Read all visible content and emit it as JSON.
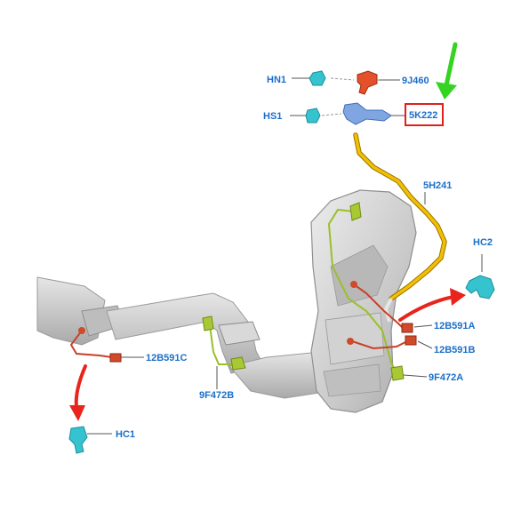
{
  "labels": {
    "hn1": "HN1",
    "hs1": "HS1",
    "p9j460": "9J460",
    "p5k222": "5K222",
    "p5h241": "5H241",
    "hc2": "HC2",
    "p12b591a": "12B591A",
    "p12b591b": "12B591B",
    "p9f472a": "9F472A",
    "p12b591c": "12B591C",
    "p9f472b": "9F472B",
    "hc1": "HC1"
  },
  "colors": {
    "label_text": "#1b6fc9",
    "highlight_box": "#e0201b",
    "callout_arrow": "#e8241c",
    "pointer_arrow": "#35d421",
    "pipe": "#c3c3c3",
    "hose": "#e9b800",
    "wire_green": "#9bbf2a",
    "wire_red": "#c8412a",
    "clip_cyan": "#35c3cf",
    "sensor_orange": "#e4502a",
    "bracket_blue": "#7fa6e0"
  },
  "highlighted_part": "5K222"
}
